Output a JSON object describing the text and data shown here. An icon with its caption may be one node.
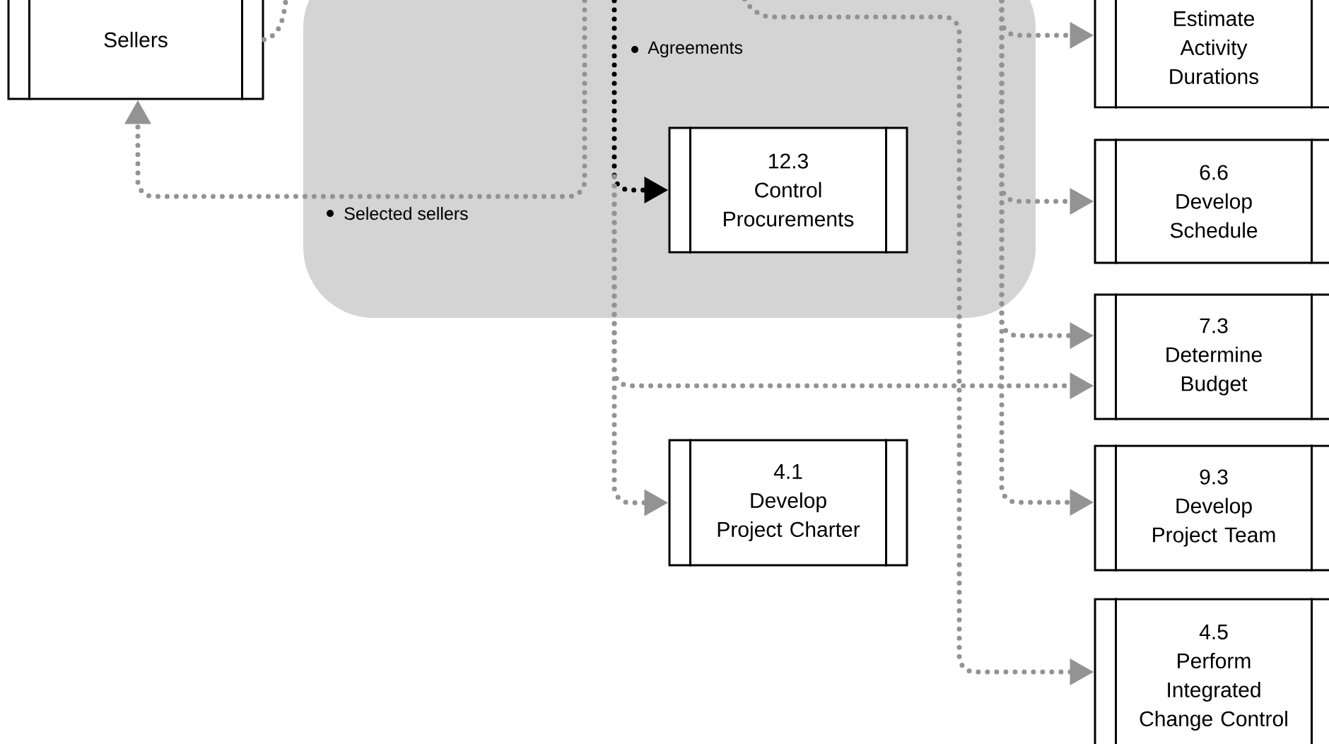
{
  "diagram": {
    "nodes": [
      {
        "text": [
          "Sellers"
        ]
      },
      {
        "text": [
          "Estimate Activity Durations"
        ]
      },
      {
        "text": [
          "12.3",
          "Control Procurements"
        ]
      },
      {
        "text": [
          "6.6",
          "Develop Schedule"
        ]
      },
      {
        "text": [
          "7.3",
          "Determine Budget"
        ]
      },
      {
        "text": [
          "4.1",
          "Develop Project Charter"
        ]
      },
      {
        "text": [
          "9.3",
          "Develop Project Team"
        ]
      },
      {
        "text": [
          "4.5",
          "Perform Integrated Change Control"
        ]
      }
    ],
    "edges": [
      {
        "from": null,
        "to": 0,
        "arrow": "to",
        "label": "Selected sellers"
      },
      {
        "from": 0,
        "to": null,
        "arrow": "none"
      },
      {
        "from": null,
        "to": 2,
        "arrow": "to",
        "label": "Agreements",
        "color": "#000000"
      },
      {
        "from": null,
        "to": 5,
        "arrow": "to"
      },
      {
        "from": null,
        "to": 4,
        "arrow": "to"
      },
      {
        "from": null,
        "to": 7,
        "arrow": "to"
      },
      {
        "from": null,
        "to": 1,
        "arrow": "to"
      },
      {
        "from": null,
        "to": 3,
        "arrow": "to"
      },
      {
        "from": null,
        "to": 4,
        "arrow": "to"
      },
      {
        "from": null,
        "to": 6,
        "arrow": "to"
      }
    ]
  }
}
